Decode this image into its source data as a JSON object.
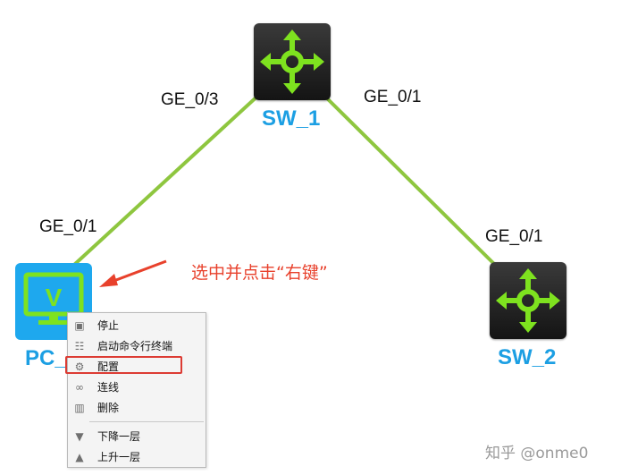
{
  "devices": {
    "sw1": {
      "label": "SW_1"
    },
    "sw2": {
      "label": "SW_2"
    },
    "pc": {
      "label": "PC_",
      "screen_letter": "V"
    }
  },
  "ports": {
    "sw1_left": "GE_0/3",
    "sw1_right": "GE_0/1",
    "pc_top": "GE_0/1",
    "sw2_top": "GE_0/1"
  },
  "annotation": "选中并点击“右键”",
  "context_menu": {
    "items": [
      {
        "label": "停止",
        "icon": "stop-icon"
      },
      {
        "label": "启动命令行终端",
        "icon": "terminal-sliders-icon"
      },
      {
        "label": "配置",
        "icon": "gear-icon"
      },
      {
        "label": "连线",
        "icon": "link-icon"
      },
      {
        "label": "删除",
        "icon": "trash-icon"
      },
      {
        "label": "下降一层",
        "icon": "layer-down-icon"
      },
      {
        "label": "上升一层",
        "icon": "layer-up-icon"
      }
    ],
    "highlighted": "配置"
  },
  "watermark": "知乎 @onme0",
  "colors": {
    "link": "#8ec63f",
    "device_label": "#1c9fe3",
    "device_icon": "#7ee21f",
    "pc_body": "#1ea8ee",
    "annotation": "#e8412c",
    "highlight_box": "#dc3b33"
  }
}
